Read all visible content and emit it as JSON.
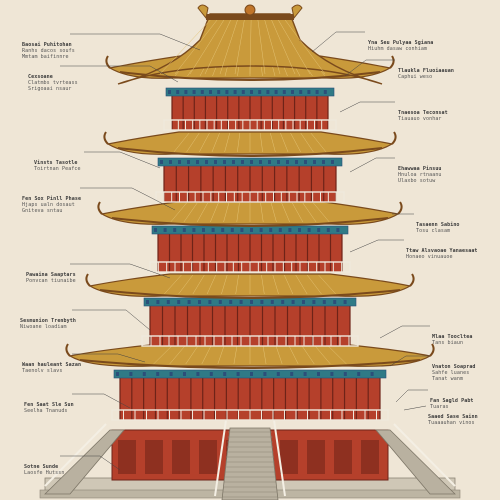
{
  "colors": {
    "background": "#efe6d6",
    "roof_gold": "#c99a3b",
    "roof_dark": "#7a4a1c",
    "roof_light": "#e3c273",
    "wall_red": "#b5402b",
    "wall_dark": "#6e2318",
    "bracket_teal": "#2f7a86",
    "bracket_blue": "#2b4f7a",
    "balustrade": "#efe9dd",
    "stone": "#cfc7b6",
    "stair": "#b9b1a0",
    "leader": "#444444"
  },
  "left_labels": [
    {
      "l1": "Baosai Puhitohan",
      "l2": "Ranhs dacos soufs\nMmtam baifinnre"
    },
    {
      "l1": "Cexsoane",
      "l2": "Clatmbs tvrteass\nSrigoaai nsaur"
    },
    {
      "l1": "Vinsts Tasotle",
      "l2": "Toirtnan Peafce"
    },
    {
      "l1": "Fen Sox Pinll Phase",
      "l2": "Hjaps ualn dosaut\nGniteva sntau"
    },
    {
      "l1": "Pawaina Saaptars",
      "l2": "Ponvcan tiunaibe"
    },
    {
      "l1": "Sesmunion Trenbyth",
      "l2": "Niwoane loadiam"
    },
    {
      "l1": "Waan hauleant Sazan",
      "l2": "Taenolv slavs"
    },
    {
      "l1": "Fen Saat Sle Sun",
      "l2": "Seelha Tnanuds"
    },
    {
      "l1": "Sotne Sunde",
      "l2": "Laosfe Hutssn"
    }
  ],
  "right_labels": [
    {
      "l1": "Yna Seu Pulyaa Sgiana",
      "l2": "Hiuhm dasaw conhiam"
    },
    {
      "l1": "Tlaukla Fluoiaauan",
      "l2": "Caphui weso"
    },
    {
      "l1": "Tnaesoa Teconsat",
      "l2": "Tiauauo vonhar"
    },
    {
      "l1": "Ehawwaa Pinsuu",
      "l2": "Hnuloa rtnaanu\nUlaxbo sotuw"
    },
    {
      "l1": "Tasaenn Sabino",
      "l2": "Tosu clasam"
    },
    {
      "l1": "Ttaw Alsvaoae Yanaesaat",
      "l2": "Honaeo vinuauoe"
    },
    {
      "l1": "Mlaa Toocltea",
      "l2": "Tans biaun"
    },
    {
      "l1": "Vnaton Soaprad",
      "l2": "Sahfe luanes\nTanat wanm"
    },
    {
      "l1": "Fan Sagld Pabt",
      "l2": "Tuaras"
    },
    {
      "l1": "Saaed Sase Sainn",
      "l2": "Tuaaauhan vinos"
    }
  ]
}
